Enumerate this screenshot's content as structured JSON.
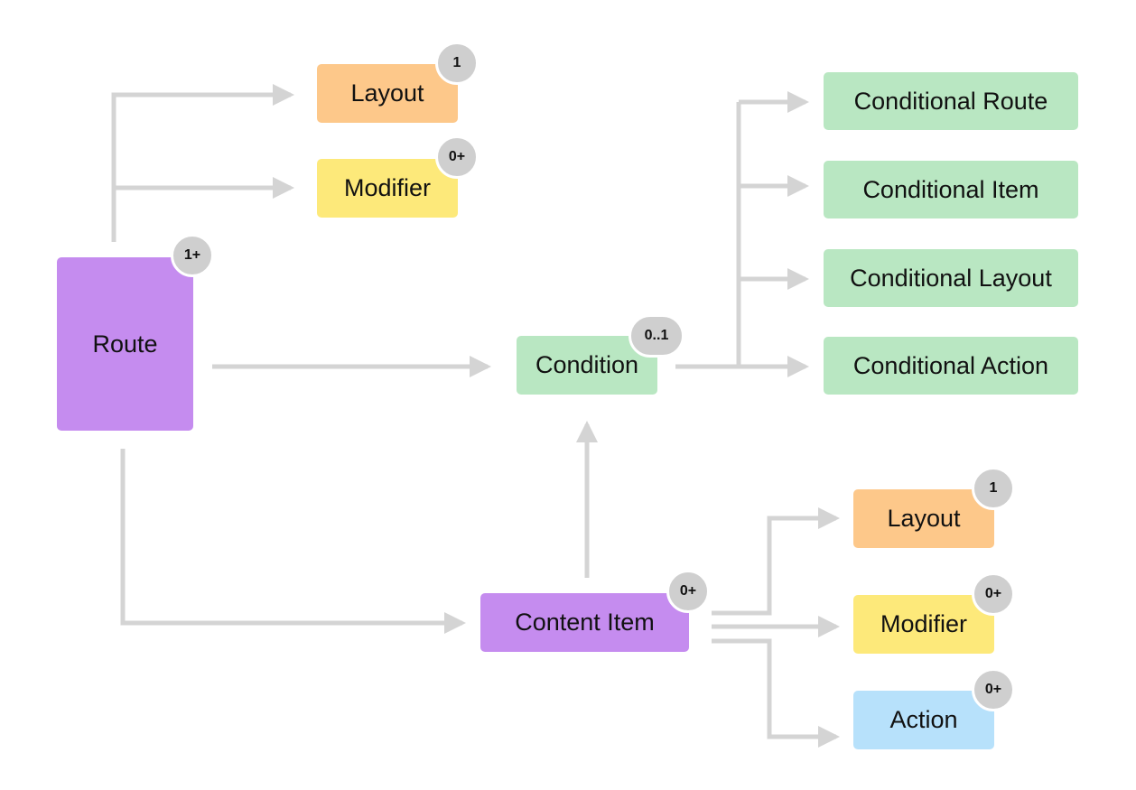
{
  "colors": {
    "purple": "#c58cef",
    "orange": "#fdc88a",
    "yellow": "#fde97a",
    "green": "#b9e7c2",
    "blue": "#b7e1fb",
    "connector": "#d4d4d4",
    "badge": "#cfcfcf"
  },
  "nodes": {
    "route": {
      "label": "Route",
      "badge": "1+"
    },
    "route_layout": {
      "label": "Layout",
      "badge": "1"
    },
    "route_modifier": {
      "label": "Modifier",
      "badge": "0+"
    },
    "condition": {
      "label": "Condition",
      "badge": "0..1"
    },
    "conditional_route": {
      "label": "Conditional Route"
    },
    "conditional_item": {
      "label": "Conditional Item"
    },
    "conditional_layout": {
      "label": "Conditional Layout"
    },
    "conditional_action": {
      "label": "Conditional Action"
    },
    "content_item": {
      "label": "Content Item",
      "badge": "0+"
    },
    "item_layout": {
      "label": "Layout",
      "badge": "1"
    },
    "item_modifier": {
      "label": "Modifier",
      "badge": "0+"
    },
    "item_action": {
      "label": "Action",
      "badge": "0+"
    }
  }
}
